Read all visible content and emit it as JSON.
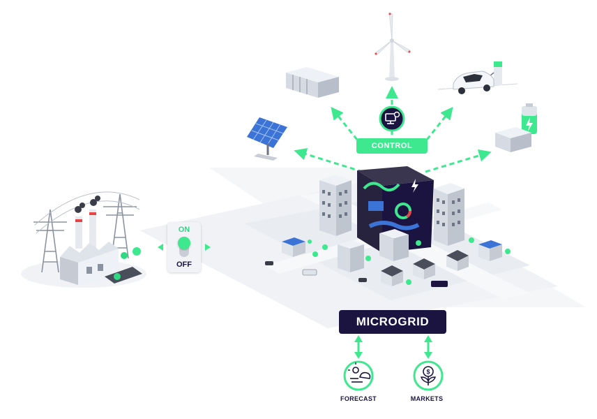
{
  "control": {
    "label": "CONTROL"
  },
  "microgrid": {
    "label": "MICROGRID"
  },
  "switch": {
    "on_label": "ON",
    "off_label": "OFF",
    "state": "on"
  },
  "forecast": {
    "label": "FORECAST"
  },
  "markets": {
    "label": "MARKETS"
  },
  "icons": {
    "control": "monitor-gear-icon",
    "forecast": "sun-cloud-wind-icon",
    "markets": "dollar-plant-icon"
  },
  "colors": {
    "accent": "#3de88f",
    "navy": "#1b1340",
    "building": "#dfe3ea",
    "ground": "#eef0f3"
  }
}
